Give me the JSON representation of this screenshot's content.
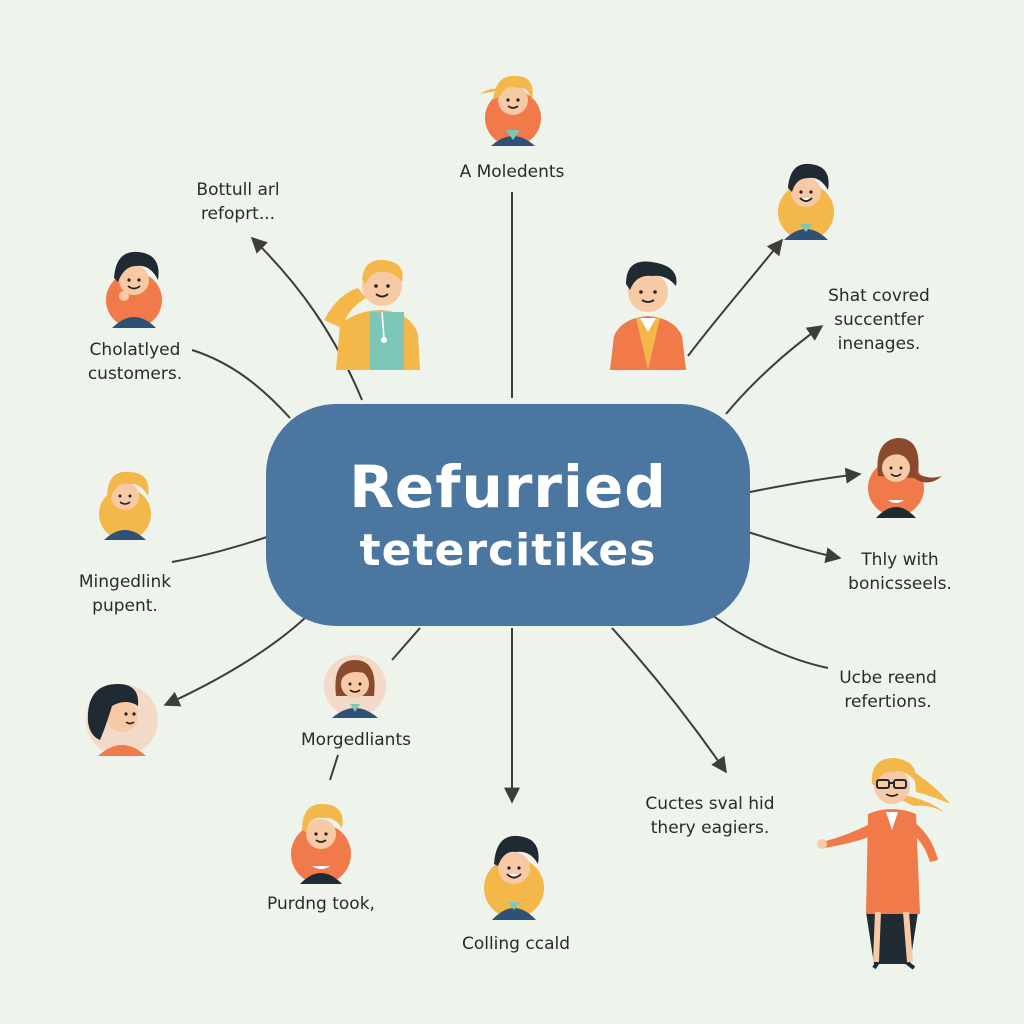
{
  "hub": {
    "line1": "Refurried",
    "line2": "tetercitikes"
  },
  "labels": {
    "top": {
      "lines": [
        "A Moledents"
      ]
    },
    "top_left": {
      "lines": [
        "Bottull arl",
        "refoprt..."
      ]
    },
    "left_upper": {
      "lines": [
        "Cholatlyed",
        "customers."
      ]
    },
    "left_middle": {
      "lines": [
        "Mingedlink",
        "pupent."
      ]
    },
    "center_low": {
      "lines": [
        "Morgedliants"
      ]
    },
    "bottom_left": {
      "lines": [
        "Purdng took,"
      ]
    },
    "bottom_center": {
      "lines": [
        "Colling ccald"
      ]
    },
    "bottom_right": {
      "lines": [
        "Cuctes sval hid",
        "thery eagiers."
      ]
    },
    "right_low": {
      "lines": [
        "Ucbe reend",
        "refertions."
      ]
    },
    "right_middle": {
      "lines": [
        "Thly with",
        "bonicsseels."
      ]
    },
    "right_upper": {
      "lines": [
        "Shat covred",
        "succentfer",
        "inenages."
      ]
    }
  },
  "colors": {
    "hub": "#4a76a0",
    "background": "#eef4ec",
    "line": "#3d3d3d",
    "skin": "#f7c9a4",
    "orange": "#f07a4a",
    "yellow": "#f4b74a",
    "navy": "#2e5175",
    "teal": "#7ec7b8"
  },
  "icons": [
    "person-avatar-icon",
    "arrow-icon",
    "presenter-figure-icon"
  ]
}
